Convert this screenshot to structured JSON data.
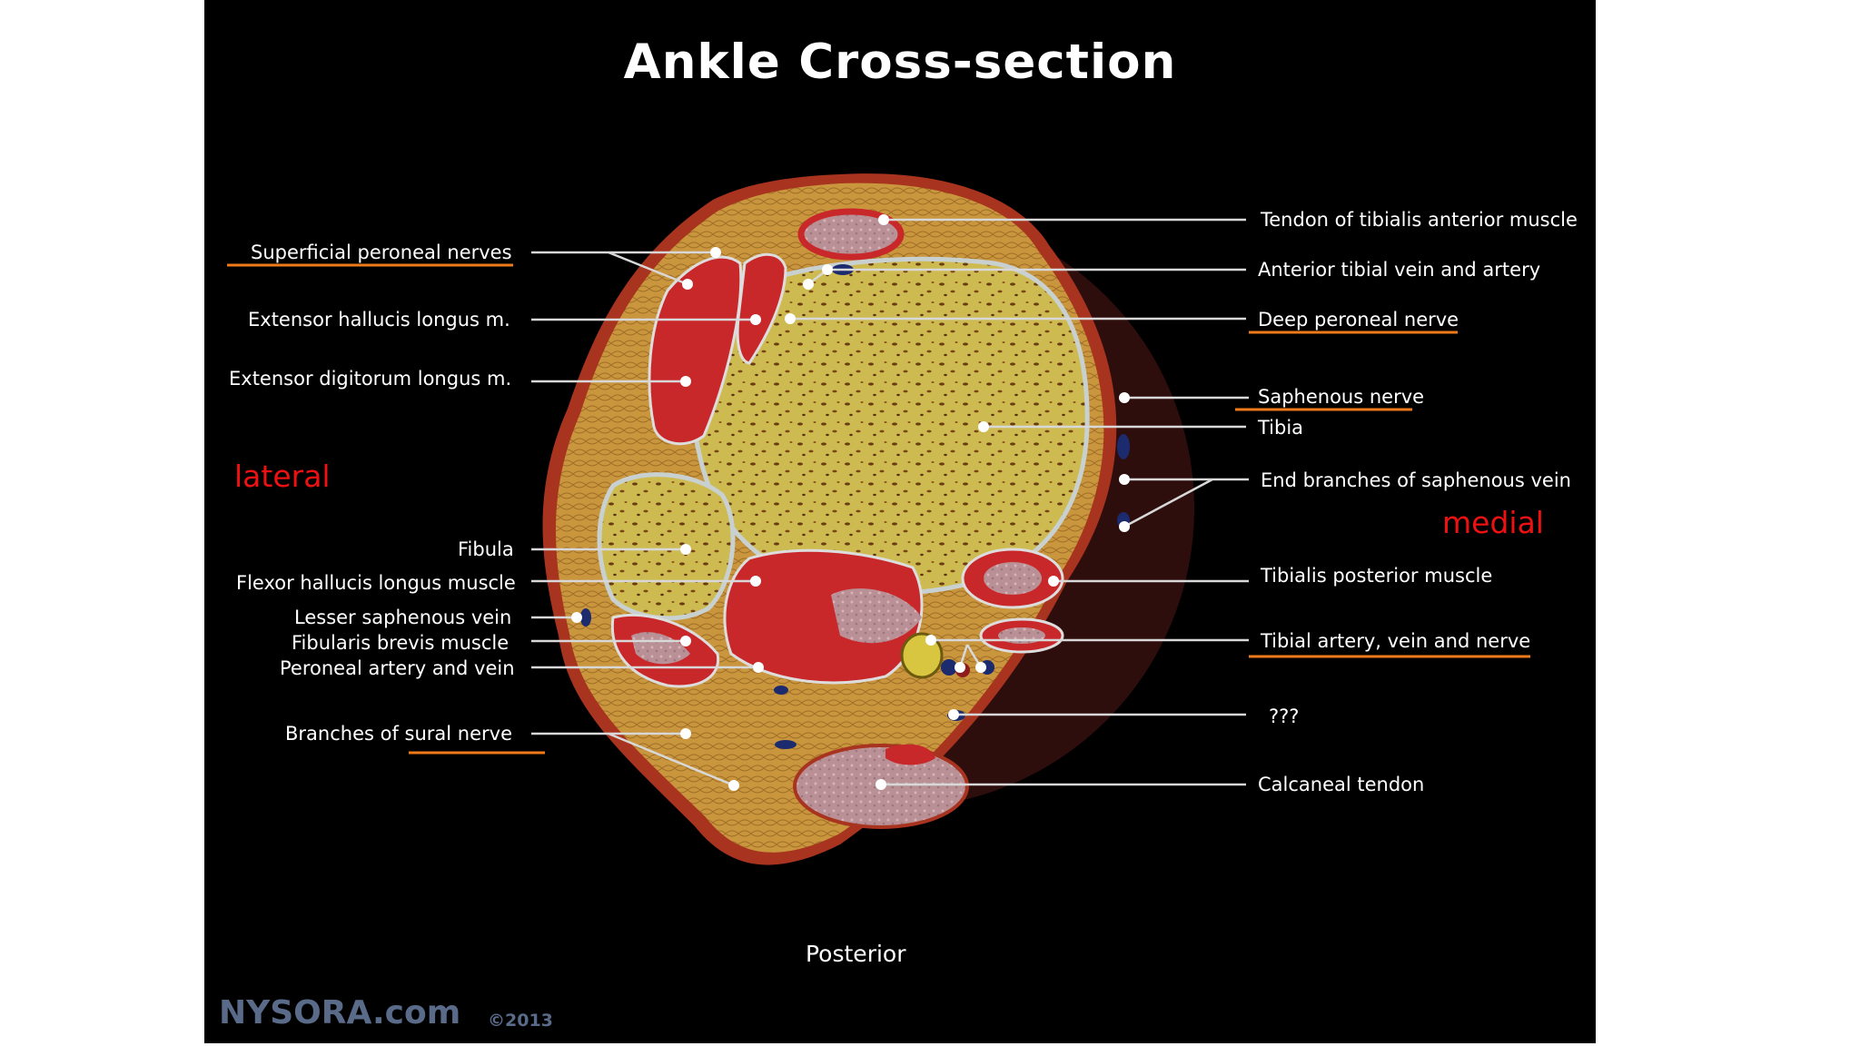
{
  "title": "Ankle Cross-section",
  "side_labels": {
    "lateral": "lateral",
    "medial": "medial"
  },
  "posterior": "Posterior",
  "watermark": {
    "logo": "NYSORA.com",
    "copyright": "©2013"
  },
  "colors": {
    "underline": "#f07a1a",
    "side_label": "#ee1111",
    "background": "#000000"
  },
  "left_labels": [
    "Superficial peroneal nerves",
    "Extensor hallucis longus m.",
    "Extensor digitorum longus m.",
    "Fibula",
    "Flexor hallucis longus muscle",
    "Lesser saphenous vein",
    "Fibularis brevis muscle",
    "Peroneal artery and vein",
    "Branches of sural nerve"
  ],
  "right_labels": [
    "Tendon of tibialis anterior muscle",
    "Anterior tibial vein and artery",
    "Deep peroneal nerve",
    "Saphenous nerve",
    "Tibia",
    "End branches of saphenous vein",
    "Tibialis posterior muscle",
    "Tibial artery, vein and nerve",
    "???",
    "Calcaneal tendon"
  ]
}
